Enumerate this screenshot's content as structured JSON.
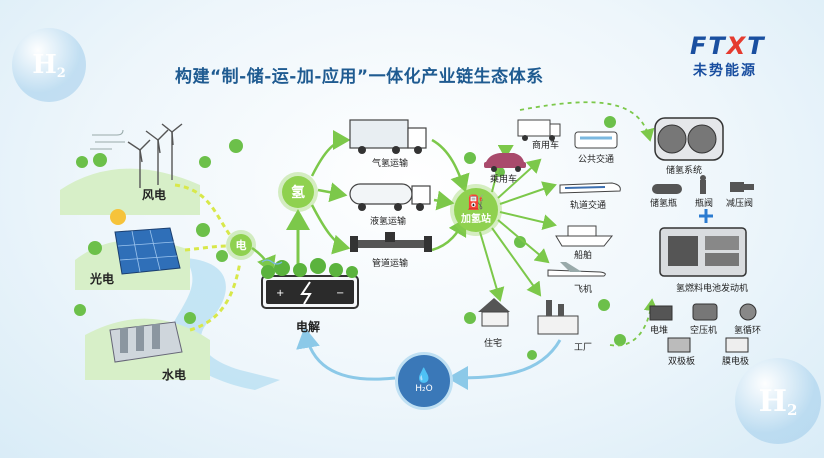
{
  "title": "构建“制-储-运-加-应用”一体化产业链生态体系",
  "logo": {
    "brand_prefix": "FT",
    "brand_x": "X",
    "brand_suffix": "T",
    "brand_cn": "未势能源"
  },
  "bubbles": {
    "h2_main": "H",
    "h2_sub": "2",
    "water": "H₂O"
  },
  "sources": {
    "wind": "风电",
    "solar": "光电",
    "hydro": "水电"
  },
  "nodes": {
    "electricity": "电",
    "hydrogen": "氢",
    "electrolysis": "电解",
    "station": "加氢站"
  },
  "transport": {
    "gas": "气氢运输",
    "liquid": "液氢运输",
    "pipeline": "管道运输"
  },
  "applications": {
    "commercial": "商用车",
    "passenger": "乘用车",
    "bus": "公共交通",
    "rail": "轨道交通",
    "ship": "船舶",
    "plane": "飞机",
    "house": "住宅",
    "factory": "工厂"
  },
  "systems": {
    "storage": "储氢系统",
    "tank": "储氢瓶",
    "valve": "瓶阀",
    "reducer": "减压阀",
    "engine": "氢燃料电池发动机",
    "stack": "电堆",
    "compressor": "空压机",
    "pump": "氢循环",
    "plate": "双极板",
    "membrane": "膜电极",
    "plus": "+"
  },
  "colors": {
    "title": "#1f5b91",
    "brand": "#1a4fa0",
    "accent_red": "#e53b2f",
    "green": "#8fd14f",
    "arrow": "#7cc84a"
  }
}
